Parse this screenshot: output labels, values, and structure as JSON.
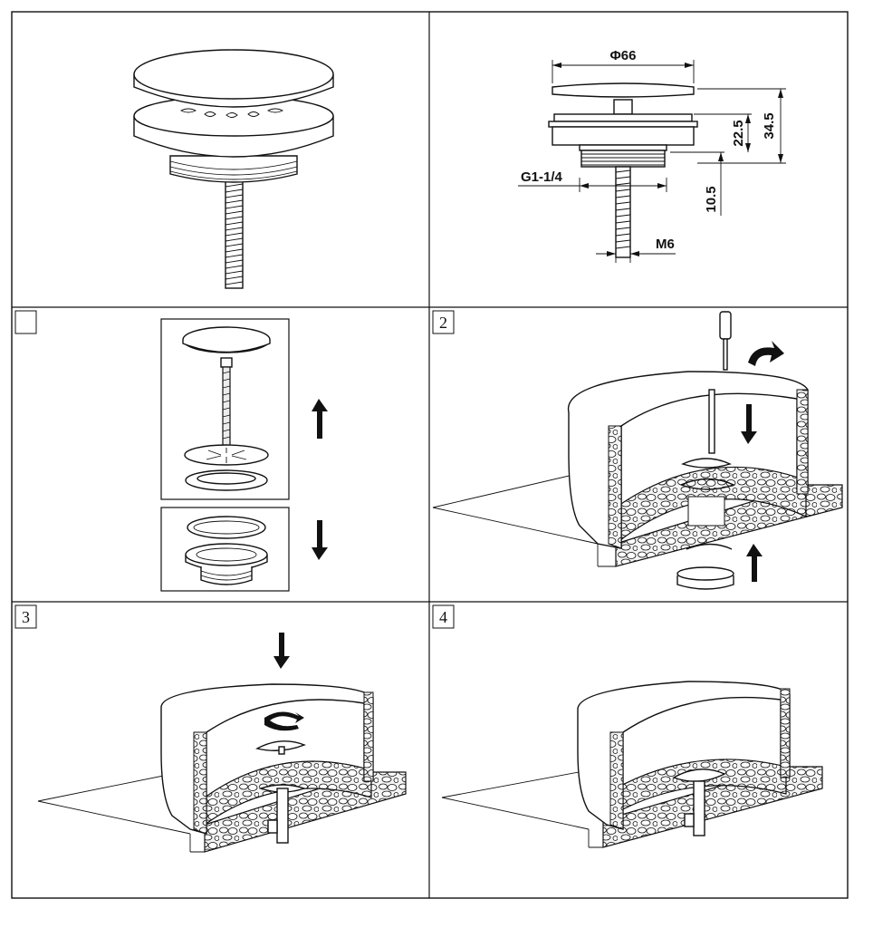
{
  "dimensions": {
    "diameter": "Φ66",
    "height_total": "34.5",
    "height_body": "22.5",
    "thread_length": "10.5",
    "thread_size": "G1-1/4",
    "rod_thread": "M6"
  },
  "steps": [
    {
      "label": ""
    },
    {
      "label": "2"
    },
    {
      "label": "3"
    },
    {
      "label": "4"
    }
  ],
  "colors": {
    "line": "#111111",
    "background": "#ffffff",
    "stone_fill": "#f2f2f2"
  }
}
